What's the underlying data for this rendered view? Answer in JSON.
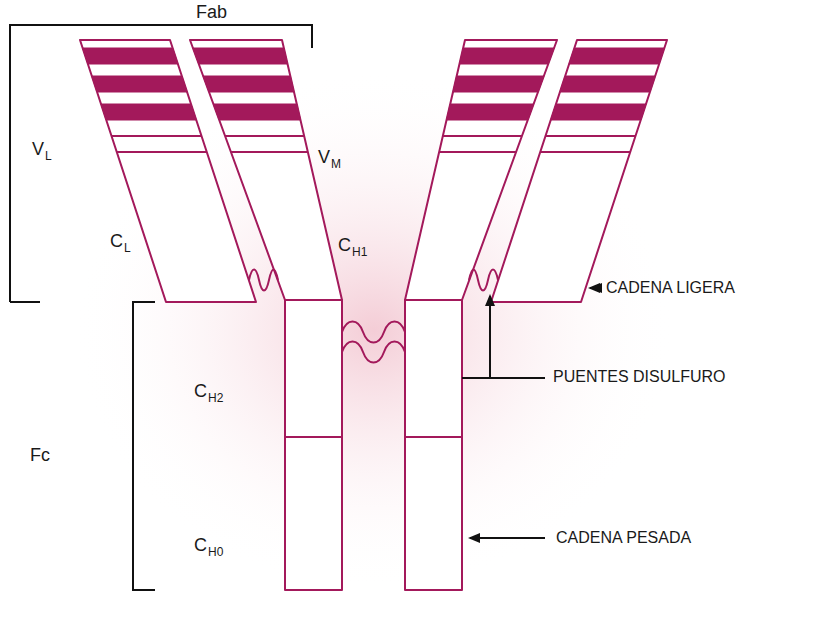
{
  "diagram": {
    "labels": [
      "Fab",
      "V",
      "L",
      "V",
      "M",
      "C",
      "L",
      "C",
      "H1",
      "CADENA LIGERA",
      "PUENTES DISULFURO",
      "Fc",
      "C",
      "H2",
      "C",
      "H0",
      "CADENA PESADA"
    ]
  }
}
